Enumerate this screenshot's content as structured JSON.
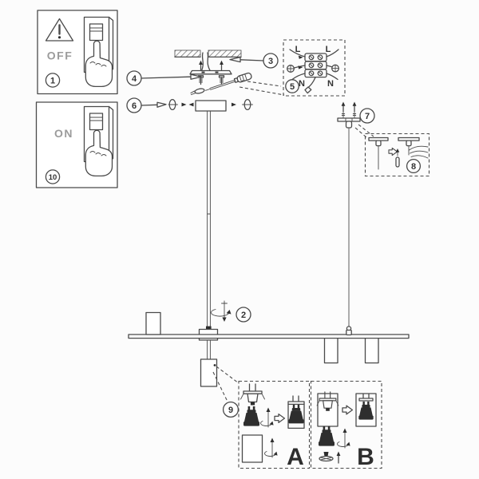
{
  "title": "pendant-light-installation-diagram",
  "colors": {
    "background": "#fcfcfc",
    "line": "#4a4a4a",
    "dark_fill": "#2e2e2e",
    "muted_text": "#9b9b9b"
  },
  "steps": {
    "s1": "1",
    "s2": "2",
    "s3": "3",
    "s4": "4",
    "s5": "5",
    "s6": "6",
    "s7": "7",
    "s8": "8",
    "s9": "9",
    "s10": "10"
  },
  "labels": {
    "power_off": "OFF",
    "power_on": "ON",
    "variant_a": "A",
    "variant_b": "B"
  },
  "wiring": {
    "live_left": "L",
    "live_right": "L",
    "neutral_left": "N",
    "neutral_right": "N"
  }
}
